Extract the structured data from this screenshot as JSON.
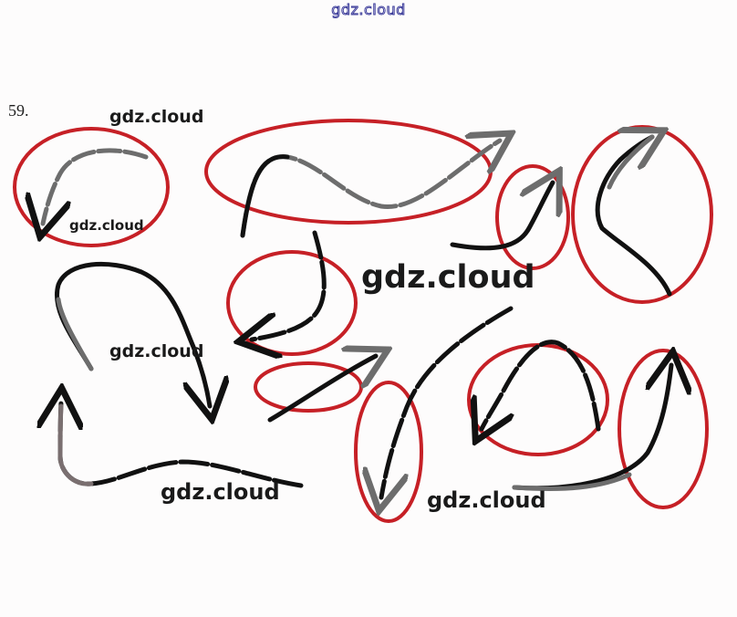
{
  "header": {
    "watermark": "gdz.cloud"
  },
  "problem": {
    "number": "59."
  },
  "watermarks": [
    "gdz.cloud",
    "gdz.cloud",
    "gdz.cloud",
    "gdz.cloud",
    "gdz.cloud",
    "gdz.cloud"
  ],
  "colors": {
    "ellipse": "#c62026",
    "ellipse_light": "#e08b8f",
    "curve_dark": "#111111",
    "curve_gray": "#6d6d6d",
    "curve_mid": "#7a6f70"
  }
}
